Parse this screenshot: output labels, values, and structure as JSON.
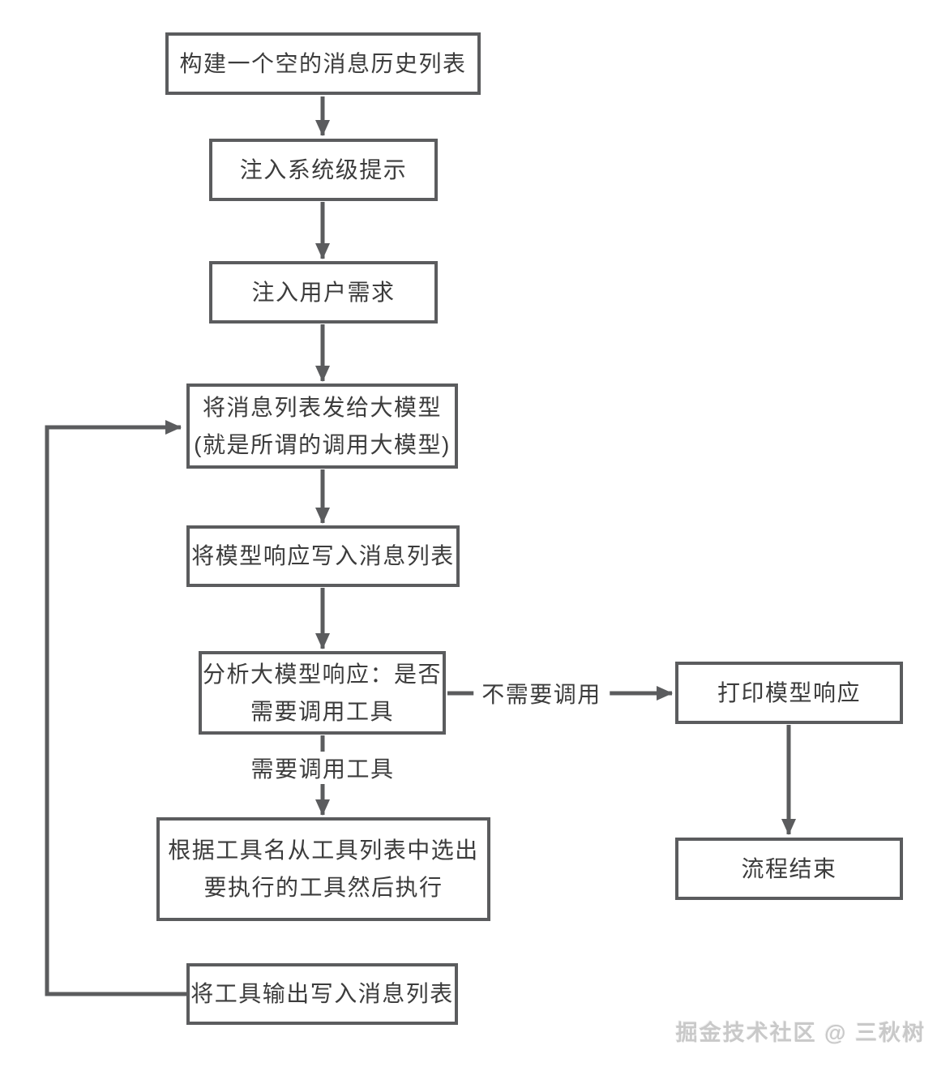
{
  "diagram": {
    "nodes": {
      "build_history": {
        "label": "构建一个空的消息历史列表"
      },
      "inject_system_prompt": {
        "label": "注入系统级提示"
      },
      "inject_user_requirement": {
        "label": "注入用户需求"
      },
      "send_to_llm": {
        "line1": "将消息列表发给大模型",
        "line2": "(就是所谓的调用大模型)"
      },
      "write_model_response": {
        "label": "将模型响应写入消息列表"
      },
      "analyze_response": {
        "line1": "分析大模型响应：是否",
        "line2": "需要调用工具"
      },
      "print_response": {
        "label": "打印模型响应"
      },
      "flow_end": {
        "label": "流程结束"
      },
      "select_and_execute_tool": {
        "line1": "根据工具名从工具列表中选出",
        "line2": "要执行的工具然后执行"
      },
      "write_tool_output": {
        "label": "将工具输出写入消息列表"
      }
    },
    "edge_labels": {
      "no_tool_call": "不需要调用",
      "need_tool_call": "需要调用工具"
    },
    "watermark": "掘金技术社区 @ 三秋树",
    "colors": {
      "line": "#5b5c5e",
      "text": "#3c3c3c",
      "background": "#ffffff",
      "watermark": "#c9c9c9"
    }
  }
}
